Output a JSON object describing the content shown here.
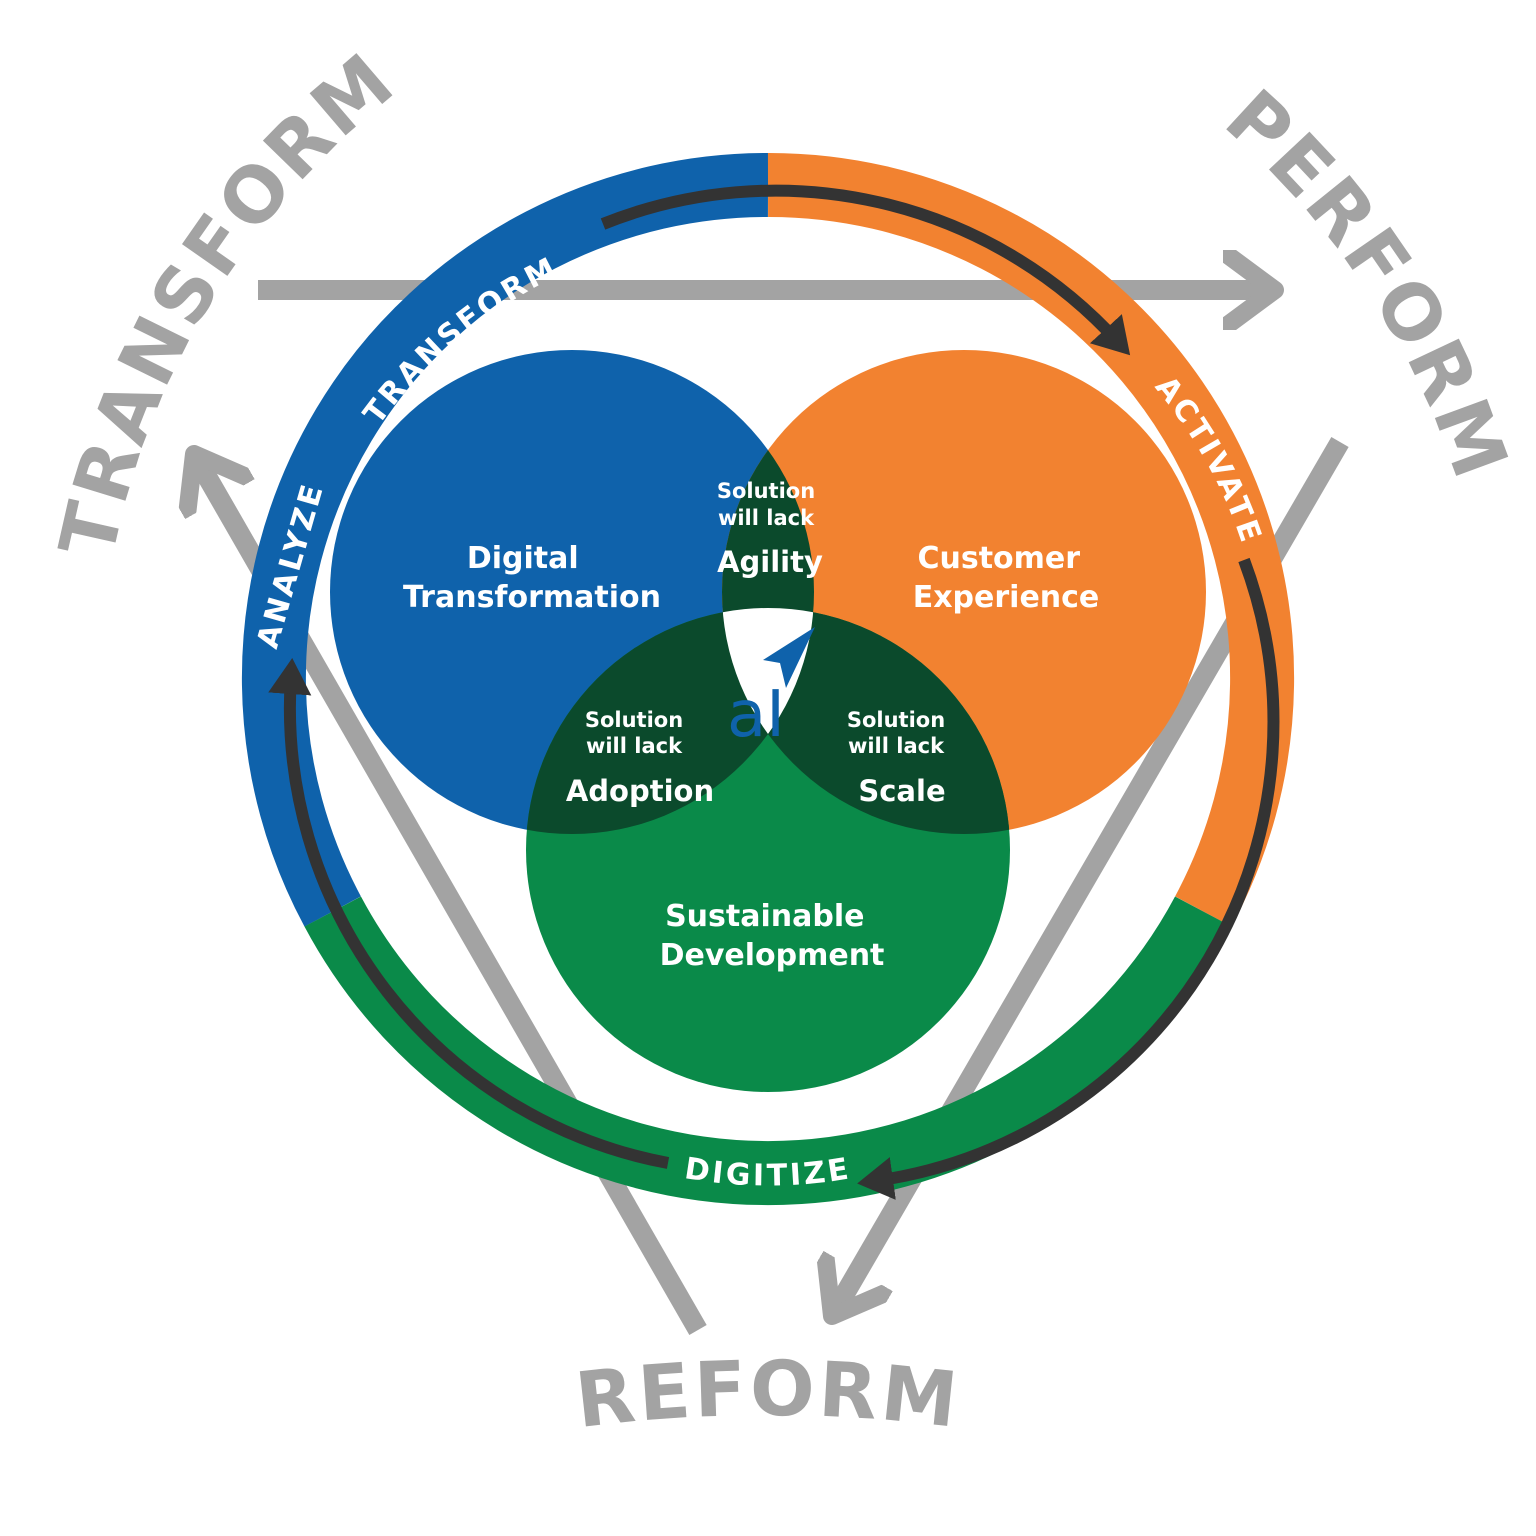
{
  "colors": {
    "blue": "#0f62ab",
    "orange": "#f28230",
    "green": "#0a8a49",
    "dark_green": "#0b4a2c",
    "gray": "#a3a3a3",
    "cycle_arrow": "#333333",
    "text_light": "#ffffff"
  },
  "outer_labels": {
    "transform": "TRANSFORM",
    "perform": "PERFORM",
    "reform": "REFORM"
  },
  "ring_labels": {
    "transform": "TRANSFORM",
    "activate": "ACTIVATE",
    "digitize": "DIGITIZE",
    "analyze": "ANALYZE"
  },
  "circles": {
    "digital": {
      "line1": "Digital",
      "line2": "Transformation"
    },
    "customer": {
      "line1": "Customer",
      "line2": "Experience"
    },
    "sustainable": {
      "line1": "Sustainable",
      "line2": "Development"
    }
  },
  "overlaps": {
    "agility": {
      "line1": "Solution",
      "line2": "will lack",
      "word": "Agility"
    },
    "adoption": {
      "line1": "Solution",
      "line2": "will lack",
      "word": "Adoption"
    },
    "scale": {
      "line1": "Solution",
      "line2": "will lack",
      "word": "Scale"
    }
  },
  "center_logo": {
    "text": "aI",
    "icon": "paper-plane-icon"
  }
}
